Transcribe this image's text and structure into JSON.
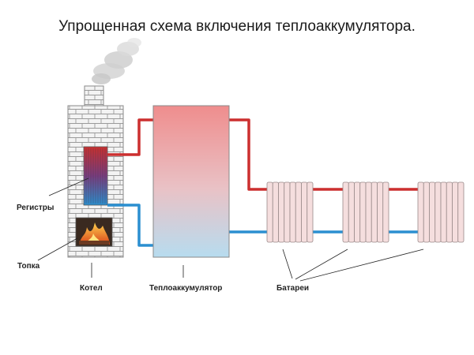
{
  "title": "Упрощенная схема включения теплоаккумулятора.",
  "labels": {
    "registers": "Регистры",
    "firebox": "Топка",
    "boiler": "Котел",
    "accumulator": "Теплоаккумулятор",
    "radiators": "Батареи"
  },
  "colors": {
    "hot_pipe": "#cc2f2f",
    "cold_pipe": "#2b8fd0",
    "brick_fill": "#f3f3f3",
    "brick_line": "#9a9a9a",
    "tank_top": "#ef8d8d",
    "tank_bottom": "#b7dcef",
    "radiator_fill": "#f5dede",
    "smoke": "#c9c9c9",
    "fire": "#e8741c"
  },
  "icons": [
    "smoke-icon",
    "fire-icon"
  ]
}
